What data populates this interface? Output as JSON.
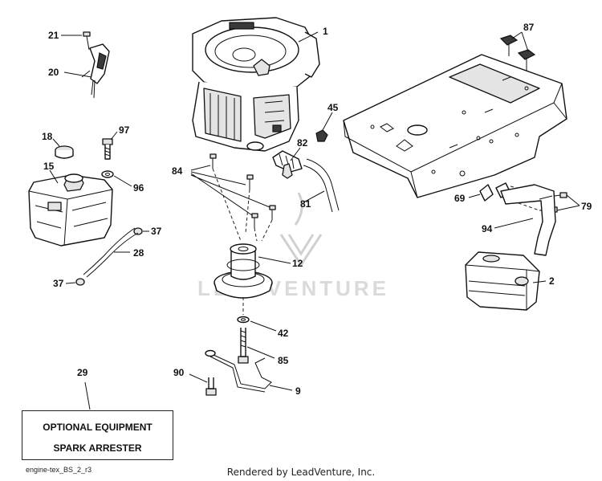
{
  "callouts": {
    "c1": "1",
    "c2": "2",
    "c9": "9",
    "c12": "12",
    "c15": "15",
    "c18": "18",
    "c20": "20",
    "c21": "21",
    "c28": "28",
    "c29": "29",
    "c37a": "37",
    "c37b": "37",
    "c42": "42",
    "c45": "45",
    "c69": "69",
    "c79": "79",
    "c81": "81",
    "c82": "82",
    "c84": "84",
    "c85": "85",
    "c87": "87",
    "c90": "90",
    "c94": "94",
    "c96": "96",
    "c97": "97"
  },
  "optional_box": {
    "line1": "OPTIONAL EQUIPMENT",
    "line2": "SPARK ARRESTER"
  },
  "watermark": {
    "text": "LEADVENTURE"
  },
  "footer": {
    "reference": "engine-tex_BS_2_r3",
    "credit": "Rendered by LeadVenture, Inc."
  }
}
